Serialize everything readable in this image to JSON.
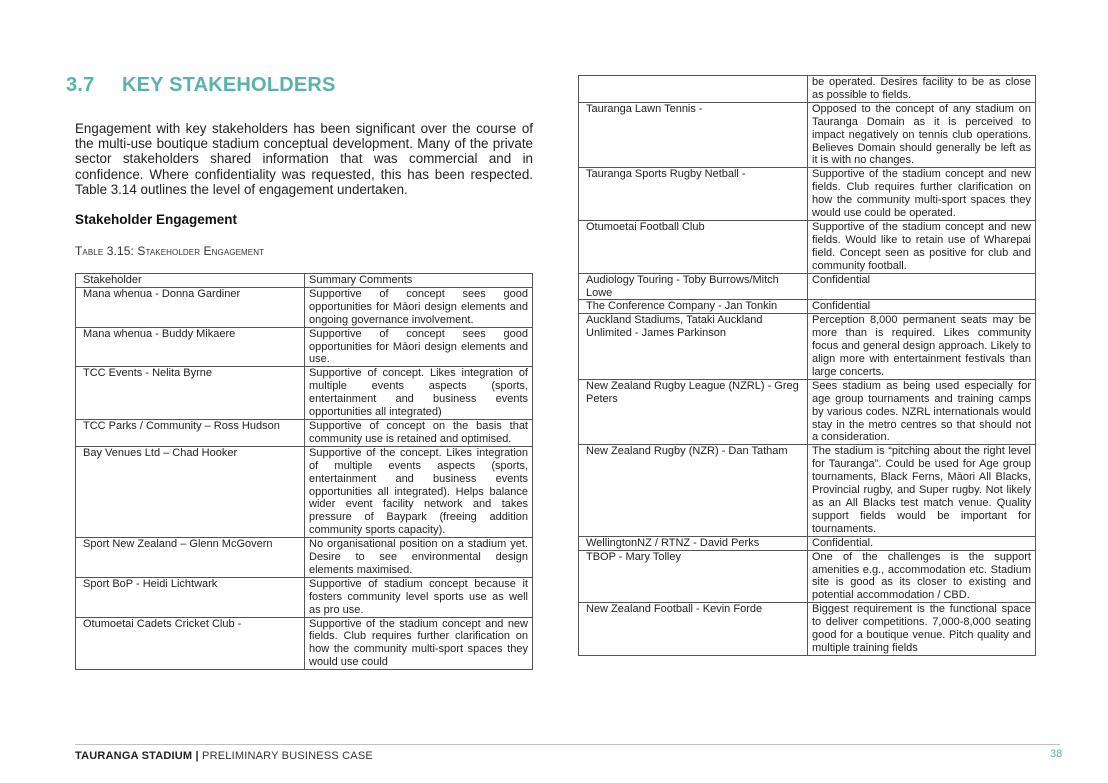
{
  "section": {
    "number": "3.7",
    "title": "KEY STAKEHOLDERS",
    "intro": "Engagement with key stakeholders has been significant over the course of the multi-use boutique stadium conceptual development. Many of the private sector stakeholders shared information that was commercial and in confidence. Where confidentiality was requested, this has been respected. Table 3.14 outlines the level of engagement undertaken.",
    "subheading": "Stakeholder Engagement",
    "table_caption": "Table 3.15: Stakeholder Engagement"
  },
  "table": {
    "headers": [
      "Stakeholder",
      "Summary Comments"
    ],
    "rows_left": [
      {
        "stakeholder": "Mana whenua - Donna Gardiner",
        "comment": "Supportive of concept sees good opportunities for Māori design elements and ongoing governance involvement."
      },
      {
        "stakeholder": "Mana whenua - Buddy Mikaere",
        "comment": "Supportive of concept sees good opportunities for Māori design elements and use."
      },
      {
        "stakeholder": "TCC Events - Nelita Byrne",
        "comment": "Supportive of concept. Likes integration of multiple events aspects (sports, entertainment and business events opportunities all integrated)"
      },
      {
        "stakeholder": "TCC Parks / Community – Ross Hudson",
        "comment": "Supportive of concept on the basis that community use is retained and optimised."
      },
      {
        "stakeholder": "Bay Venues Ltd – Chad Hooker",
        "comment": "Supportive of the concept. Likes integration of multiple events aspects (sports, entertainment and business events opportunities all integrated). Helps balance wider event facility network and takes pressure of Baypark (freeing addition community sports capacity)."
      },
      {
        "stakeholder": "Sport New Zealand – Glenn McGovern",
        "comment": "No organisational position on a stadium yet. Desire to see environmental design elements maximised."
      },
      {
        "stakeholder": "Sport BoP - Heidi Lichtwark",
        "comment": "Supportive of stadium concept because it fosters community level sports use as well as pro use."
      },
      {
        "stakeholder": "Otumoetai Cadets Cricket Club -",
        "comment": "Supportive of the stadium concept and new fields. Club requires further clarification on how the community multi-sport spaces they would use could"
      }
    ],
    "rows_right": [
      {
        "stakeholder": "",
        "comment": "be operated. Desires facility to be as close as possible to fields."
      },
      {
        "stakeholder": "Tauranga Lawn Tennis -",
        "comment": "Opposed to the concept of any stadium on Tauranga Domain as it is perceived to impact negatively on tennis club operations. Believes Domain should generally be left as it is with no changes."
      },
      {
        "stakeholder": "Tauranga Sports Rugby Netball -",
        "comment": "Supportive of the stadium concept and new fields. Club requires further clarification on how the community multi-sport spaces they would use could be operated."
      },
      {
        "stakeholder": "Otumoetai Football Club",
        "comment": "Supportive of the stadium concept and new fields. Would like to retain use of Wharepai field. Concept seen as positive for club and community football."
      },
      {
        "stakeholder": "Audiology Touring - Toby Burrows/Mitch Lowe",
        "comment": "Confidential"
      },
      {
        "stakeholder": "The Conference Company - Jan Tonkin",
        "comment": "Confidential"
      },
      {
        "stakeholder": "Auckland Stadiums, Tataki Auckland Unlimited - James Parkinson",
        "comment": "Perception 8,000 permanent seats may be more than is required. Likes community focus and general design approach. Likely to align more with entertainment festivals than large concerts."
      },
      {
        "stakeholder": "New Zealand Rugby League (NZRL) - Greg Peters",
        "comment": "Sees stadium as being used especially for age group tournaments and training camps by various codes. NZRL internationals would stay in the metro centres so that should not a consideration."
      },
      {
        "stakeholder": "New Zealand Rugby (NZR) - Dan Tatham",
        "comment": "The stadium is “pitching about the right level for Tauranga”. Could be used for Age group tournaments, Black Ferns, Māori All Blacks, Provincial rugby, and Super rugby. Not likely as an All Blacks test match venue. Quality support fields would be important for tournaments."
      },
      {
        "stakeholder": "WellingtonNZ / RTNZ - David Perks",
        "comment": "Confidential."
      },
      {
        "stakeholder": "TBOP - Mary Tolley",
        "comment": "One of the challenges is the support amenities e.g., accommodation etc. Stadium site is good as its closer to existing and potential accommodation / CBD."
      },
      {
        "stakeholder": "New Zealand Football - Kevin Forde",
        "comment": "Biggest requirement is the functional space to deliver competitions. 7,000-8,000 seating good for a boutique venue. Pitch quality and multiple training fields"
      }
    ]
  },
  "footer": {
    "brand": "TAURANGA STADIUM |",
    "doc": " PRELIMINARY BUSINESS CASE",
    "page": "38"
  }
}
